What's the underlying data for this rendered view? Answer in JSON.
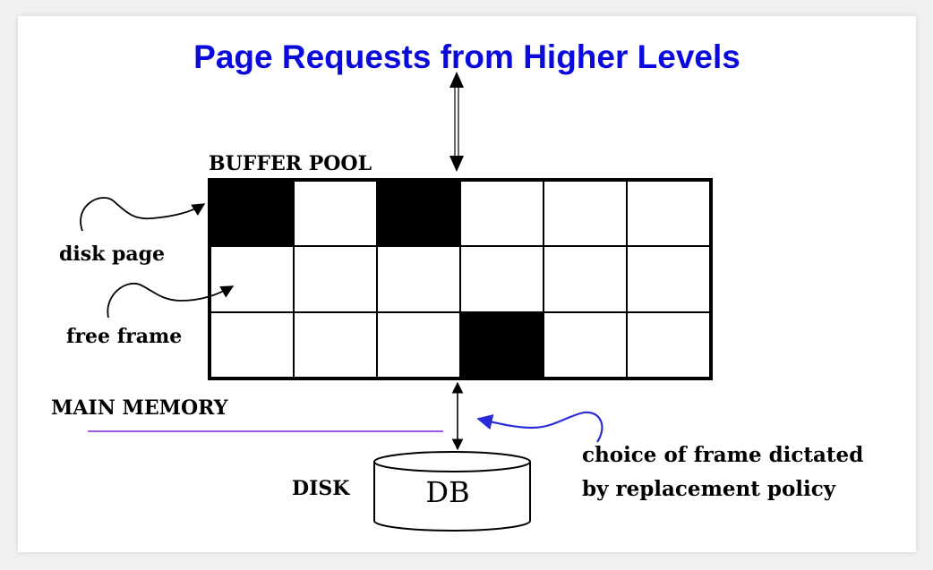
{
  "title": "Page Requests from Higher Levels",
  "labels": {
    "buffer_pool": "BUFFER POOL",
    "disk_page": "disk page",
    "free_frame": "free frame",
    "main_memory": "MAIN MEMORY",
    "disk": "DISK",
    "db": "DB",
    "policy_line1": "choice of frame dictated",
    "policy_line2": "by replacement policy"
  },
  "buffer_pool": {
    "rows": 3,
    "columns": 6,
    "cells": [
      [
        "page",
        "free",
        "page",
        "free",
        "free",
        "free"
      ],
      [
        "free",
        "free",
        "free",
        "free",
        "free",
        "free"
      ],
      [
        "free",
        "free",
        "free",
        "page",
        "free",
        "free"
      ]
    ]
  },
  "colors": {
    "title": "#0a0adc",
    "divider": "#a35ce0",
    "policy_arrow": "#2a2ad8",
    "page_fill": "#000000"
  }
}
